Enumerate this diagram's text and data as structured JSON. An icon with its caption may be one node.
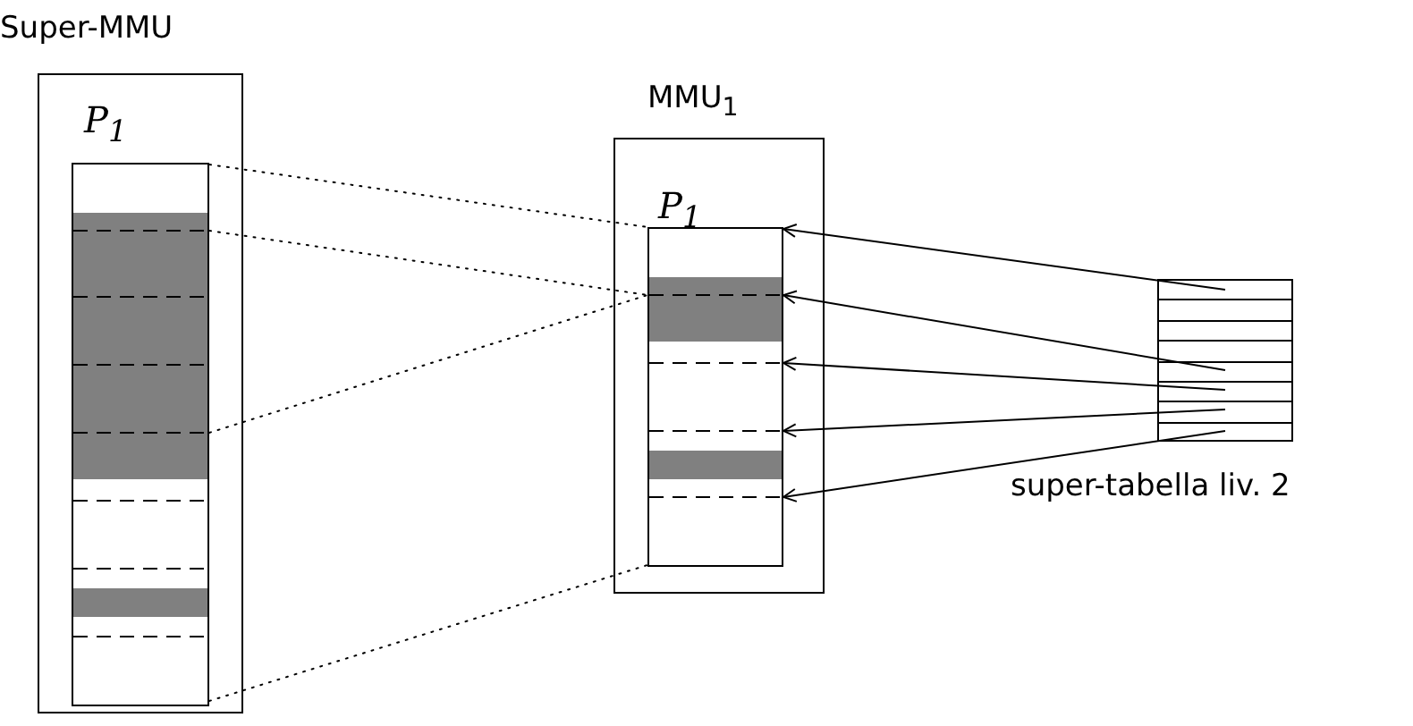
{
  "diagram": {
    "nodes": [
      {
        "text": [
          "Super-MMU"
        ]
      },
      {
        "text": [
          "P$_{1}$"
        ],
        "in": 0
      },
      {
        "text": [
          "MMU$_{1}$"
        ]
      },
      {
        "text": [
          "P$_{1}$"
        ],
        "in": 2
      },
      {
        "text": [
          "super-tabella liv. 2"
        ]
      }
    ],
    "edges": [
      {
        "from": 1,
        "to": 3,
        "arrow": "none",
        "style": "dashed"
      },
      {
        "from": 1,
        "to": 3,
        "arrow": "none",
        "style": "dashed"
      },
      {
        "from": 1,
        "to": 3,
        "arrow": "none",
        "style": "dashed"
      },
      {
        "from": 1,
        "to": 3,
        "arrow": "none",
        "style": "dashed"
      },
      {
        "from": 4,
        "to": 3,
        "arrow": "to"
      },
      {
        "from": 4,
        "to": 3,
        "arrow": "to"
      },
      {
        "from": 4,
        "to": 3,
        "arrow": "to"
      },
      {
        "from": 4,
        "to": 3,
        "arrow": "to"
      },
      {
        "from": 4,
        "to": 3,
        "arrow": "to"
      }
    ]
  }
}
